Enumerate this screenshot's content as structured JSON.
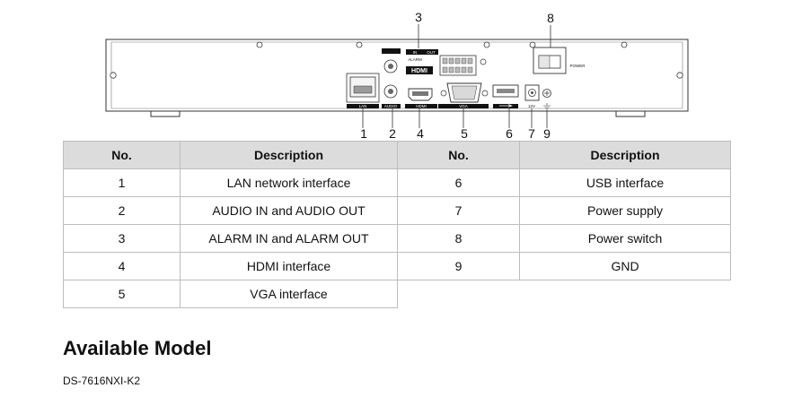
{
  "diagram": {
    "callouts": [
      "1",
      "2",
      "3",
      "4",
      "5",
      "6",
      "7",
      "8",
      "9"
    ],
    "panel_labels": {
      "lan": "LAN",
      "audio": "AUDIO",
      "hdmi_port": "HDMI",
      "hdmi_logo": "HDMI",
      "vga": "VGA",
      "alarm": "ALARM",
      "in": "IN",
      "out": "OUT",
      "power": "POWER",
      "dc": "12V"
    }
  },
  "table": {
    "headers": [
      "No.",
      "Description",
      "No.",
      "Description"
    ],
    "rows": [
      [
        "1",
        "LAN network interface",
        "6",
        "USB interface"
      ],
      [
        "2",
        "AUDIO IN and AUDIO OUT",
        "7",
        "Power supply"
      ],
      [
        "3",
        "ALARM IN and ALARM OUT",
        "8",
        "Power switch"
      ],
      [
        "4",
        "HDMI interface",
        "9",
        "GND"
      ],
      [
        "5",
        "VGA interface",
        "",
        ""
      ]
    ]
  },
  "section": {
    "title": "Available Model",
    "model": "DS-7616NXI-K2"
  }
}
